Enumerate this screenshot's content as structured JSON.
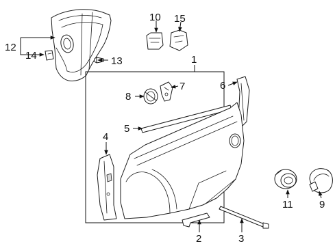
{
  "callouts": {
    "c1": "1",
    "c2": "2",
    "c3": "3",
    "c4": "4",
    "c5": "5",
    "c6": "6",
    "c7": "7",
    "c8": "8",
    "c9": "9",
    "c10": "10",
    "c11": "11",
    "c12": "12",
    "c13": "13",
    "c14": "14",
    "c15": "15"
  },
  "colors": {
    "line": "#1a1a1a",
    "background": "#ffffff",
    "fill_shade": "#dcdcdc"
  }
}
